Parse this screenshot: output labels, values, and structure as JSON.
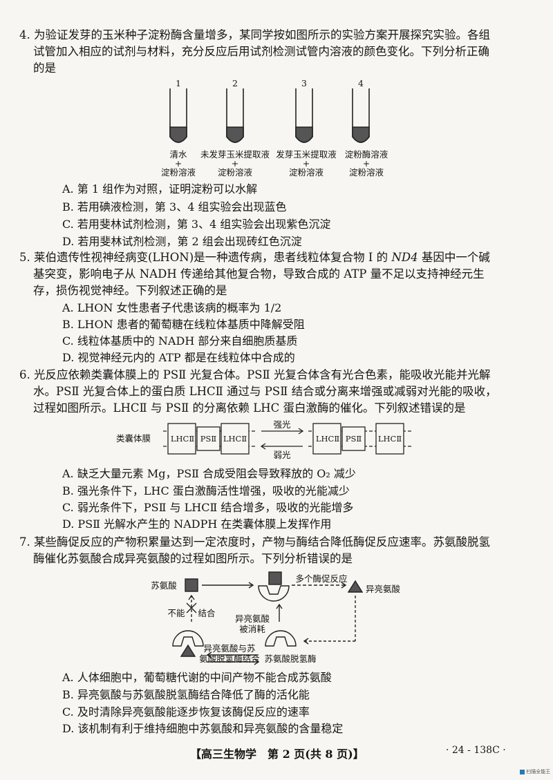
{
  "q4": {
    "lines": [
      "4. 为验证发芽的玉米种子淀粉酶含量增多，某同学按如图所示的实验方案开展探究实验。各组",
      "试管加入相应的试剂与材料，充分反应后用试剂检测试管内溶液的颜色变化。下列分析正确",
      "的是"
    ],
    "tubes": [
      {
        "num": "1",
        "label1": "清水",
        "plus": "+",
        "label2": "淀粉溶液"
      },
      {
        "num": "2",
        "label1": "未发芽玉米提取液",
        "plus": "+",
        "label2": "淀粉溶液"
      },
      {
        "num": "3",
        "label1": "发芽玉米提取液",
        "plus": "+",
        "label2": "淀粉溶液"
      },
      {
        "num": "4",
        "label1": "淀粉酶溶液",
        "plus": "+",
        "label2": "淀粉溶液"
      }
    ],
    "options": [
      "A. 第 1 组作为对照，证明淀粉可以水解",
      "B. 若用碘液检测，第 3、4 组实验会出现蓝色",
      "C. 若用斐林试剂检测，第 3、4 组实验会出现紫色沉淀",
      "D. 若用斐林试剂检测，第 2 组会出现砖红色沉淀"
    ]
  },
  "q5": {
    "line1_pre": "5. 莱伯遗传性视神经病变(LHON)是一种遗传病，患者线粒体复合物 Ⅰ 的 ",
    "line1_gene": "ND4",
    "line1_post": " 基因中一个碱",
    "lines": [
      "基突变，影响电子从 NADH 传递给其他复合物，导致合成的 ATP 量不足以支持神经元生",
      "存，损伤视觉神经。下列叙述正确的是"
    ],
    "options": [
      "A. LHON 女性患者子代患该病的概率为 1/2",
      "B. LHON 患者的葡萄糖在线粒体基质中降解受阻",
      "C. 线粒体基质中的 NADH 部分来自细胞质基质",
      "D. 视觉神经元内的 ATP 都是在线粒体中合成的"
    ]
  },
  "q6": {
    "lines": [
      "6. 光反应依赖类囊体膜上的 PSⅡ 光复合体。PSⅡ 光复合体含有光合色素，能吸收光能并光解",
      "水。PSⅡ 光复合体上的蛋白质 LHCⅡ 通过与 PSⅡ 结合或分离来增强或减弱对光能的吸收，",
      "过程如图所示。LHCⅡ 与 PSⅡ 的分离依赖 LHC 蛋白激酶的催化。下列叙述错误的是"
    ],
    "diagram": {
      "membrane": "类囊体膜",
      "lhc": "LHCⅡ",
      "ps": "PSⅡ",
      "strong": "强光",
      "weak": "弱光"
    },
    "options": [
      "A. 缺乏大量元素 Mg，PSⅡ 合成受阻会导致释放的 O₂ 减少",
      "B. 强光条件下，LHC 蛋白激酶活性增强，吸收的光能减少",
      "C. 弱光条件下，PSⅡ 与 LHCⅡ 结合增多，吸收的光能增多",
      "D. PSⅡ 光解水产生的 NADPH 在类囊体膜上发挥作用"
    ]
  },
  "q7": {
    "lines": [
      "7. 某些酶促反应的产物积累量达到一定浓度时，产物与酶结合降低酶促反应速率。苏氨酸脱氢",
      "酶催化苏氨酸合成异亮氨酸的过程如图所示。下列分析错误的是"
    ],
    "diagram": {
      "thr": "苏氨酸",
      "multi": "多个酶促反应",
      "ile": "异亮氨酸",
      "cannot": "不能",
      "bind": "结合",
      "consumed1": "异亮氨酸",
      "consumed2": "被消耗",
      "complex1": "异亮氨酸与苏",
      "complex2": "氨酸脱氢酶结合",
      "enzyme": "苏氨酸脱氢酶"
    },
    "options": [
      "A. 人体细胞中，葡萄糖代谢的中间产物不能合成苏氨酸",
      "B. 异亮氨酸与苏氨酸脱氢酶结合降低了酶的活化能",
      "C. 及时清除异亮氨酸能逐步恢复该酶促反应的速率",
      "D. 该机制有利于维持细胞中苏氨酸和异亮氨酸的含量稳定"
    ]
  },
  "footer": {
    "subject": "【高三生物学　第 2 页(共 8 页)】",
    "code": "· 24 - 138C ·",
    "logo": "扫描全能王"
  }
}
